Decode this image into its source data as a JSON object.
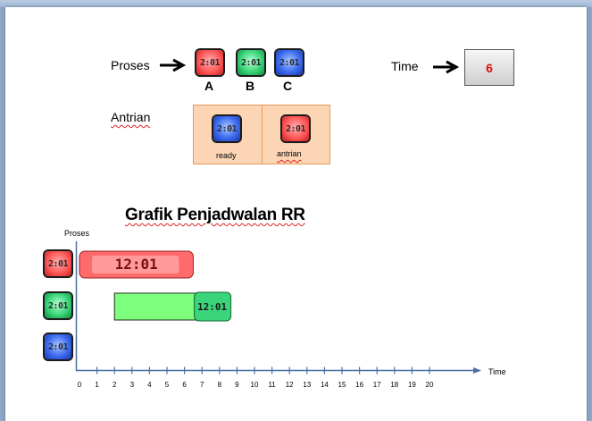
{
  "header": {
    "proses_label": "Proses",
    "time_label": "Time",
    "time_value": "6"
  },
  "processes": [
    {
      "letter": "A",
      "color": "#ff5a5a",
      "clock_text": "2:01"
    },
    {
      "letter": "B",
      "color": "#3ad57a",
      "clock_text": "2:01"
    },
    {
      "letter": "C",
      "color": "#3d6cf0",
      "clock_text": "2:01"
    }
  ],
  "queue": {
    "label": "Antrian",
    "ready_label": "ready",
    "antrian_label": "antrian",
    "ready_clock_text": "2:01",
    "antrian_clock_text": "2:01"
  },
  "chart_data": {
    "type": "bar",
    "title": "Grafik Penjadwalan RR",
    "ylabel": "Proses",
    "xlabel": "Time",
    "x_ticks": [
      "0",
      "1",
      "2",
      "3",
      "4",
      "5",
      "6",
      "7",
      "8",
      "9",
      "10",
      "11",
      "12",
      "13",
      "14",
      "15",
      "16",
      "17",
      "18",
      "19",
      "20"
    ],
    "rows": [
      {
        "process": "A",
        "clock_text": "2:01",
        "bar_clock_text": "12:01",
        "start": 0,
        "end": 6.5
      },
      {
        "process": "B",
        "clock_text": "2:01",
        "bar_clock_text": "12:01",
        "start": 2,
        "end": 8.5
      },
      {
        "process": "C",
        "clock_text": "2:01",
        "start": null,
        "end": null
      }
    ]
  }
}
